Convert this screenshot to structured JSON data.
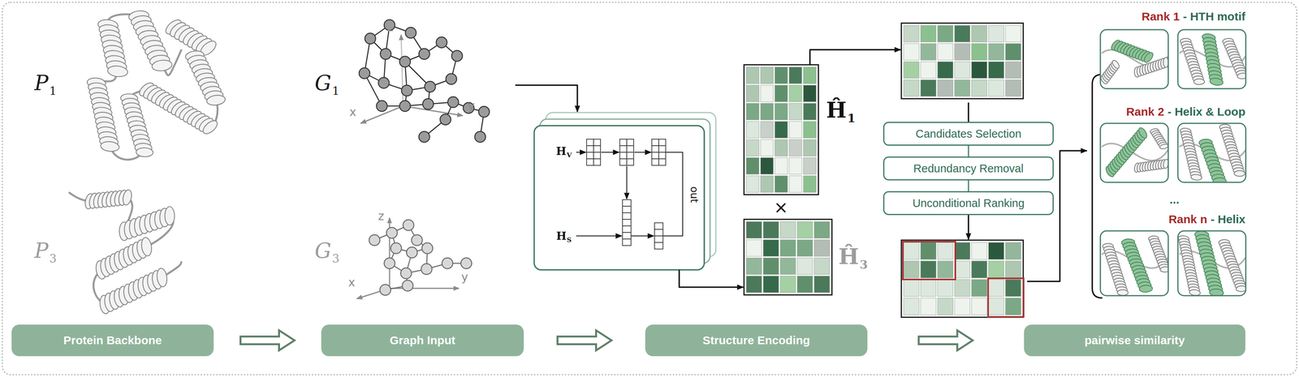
{
  "diagram": {
    "nodes": [
      {
        "text": [
          "Protein Backbone"
        ]
      },
      {
        "text": [
          "Graph Input"
        ]
      },
      {
        "text": [
          "Structure Encoding"
        ]
      },
      {
        "text": [
          "pairwise similarity"
        ]
      },
      {
        "text": [
          "Candidates Selection"
        ]
      },
      {
        "text": [
          "Redundancy Removal"
        ]
      },
      {
        "text": [
          "Unconditional Ranking"
        ]
      }
    ],
    "edges": [
      {
        "from": 0,
        "to": 1,
        "arrow": "to"
      },
      {
        "from": 1,
        "to": 2,
        "arrow": "to"
      },
      {
        "from": 2,
        "to": 3,
        "arrow": "to"
      },
      {
        "from": 4,
        "to": 5,
        "arrow": "none"
      },
      {
        "from": 5,
        "to": 6,
        "arrow": "none"
      }
    ],
    "labels": [
      "P",
      "1",
      "P",
      "3",
      "G",
      "1",
      "G",
      "3",
      "z",
      "x",
      "y",
      "z",
      "x",
      "y",
      "H",
      "V",
      "H",
      "S",
      "out",
      "Ĥ",
      "1",
      "×",
      "Ĥ",
      "3",
      "Rank 1",
      "- HTH motif",
      "Rank 2",
      "- Helix & Loop",
      "...",
      "Rank n",
      "- Helix"
    ]
  }
}
